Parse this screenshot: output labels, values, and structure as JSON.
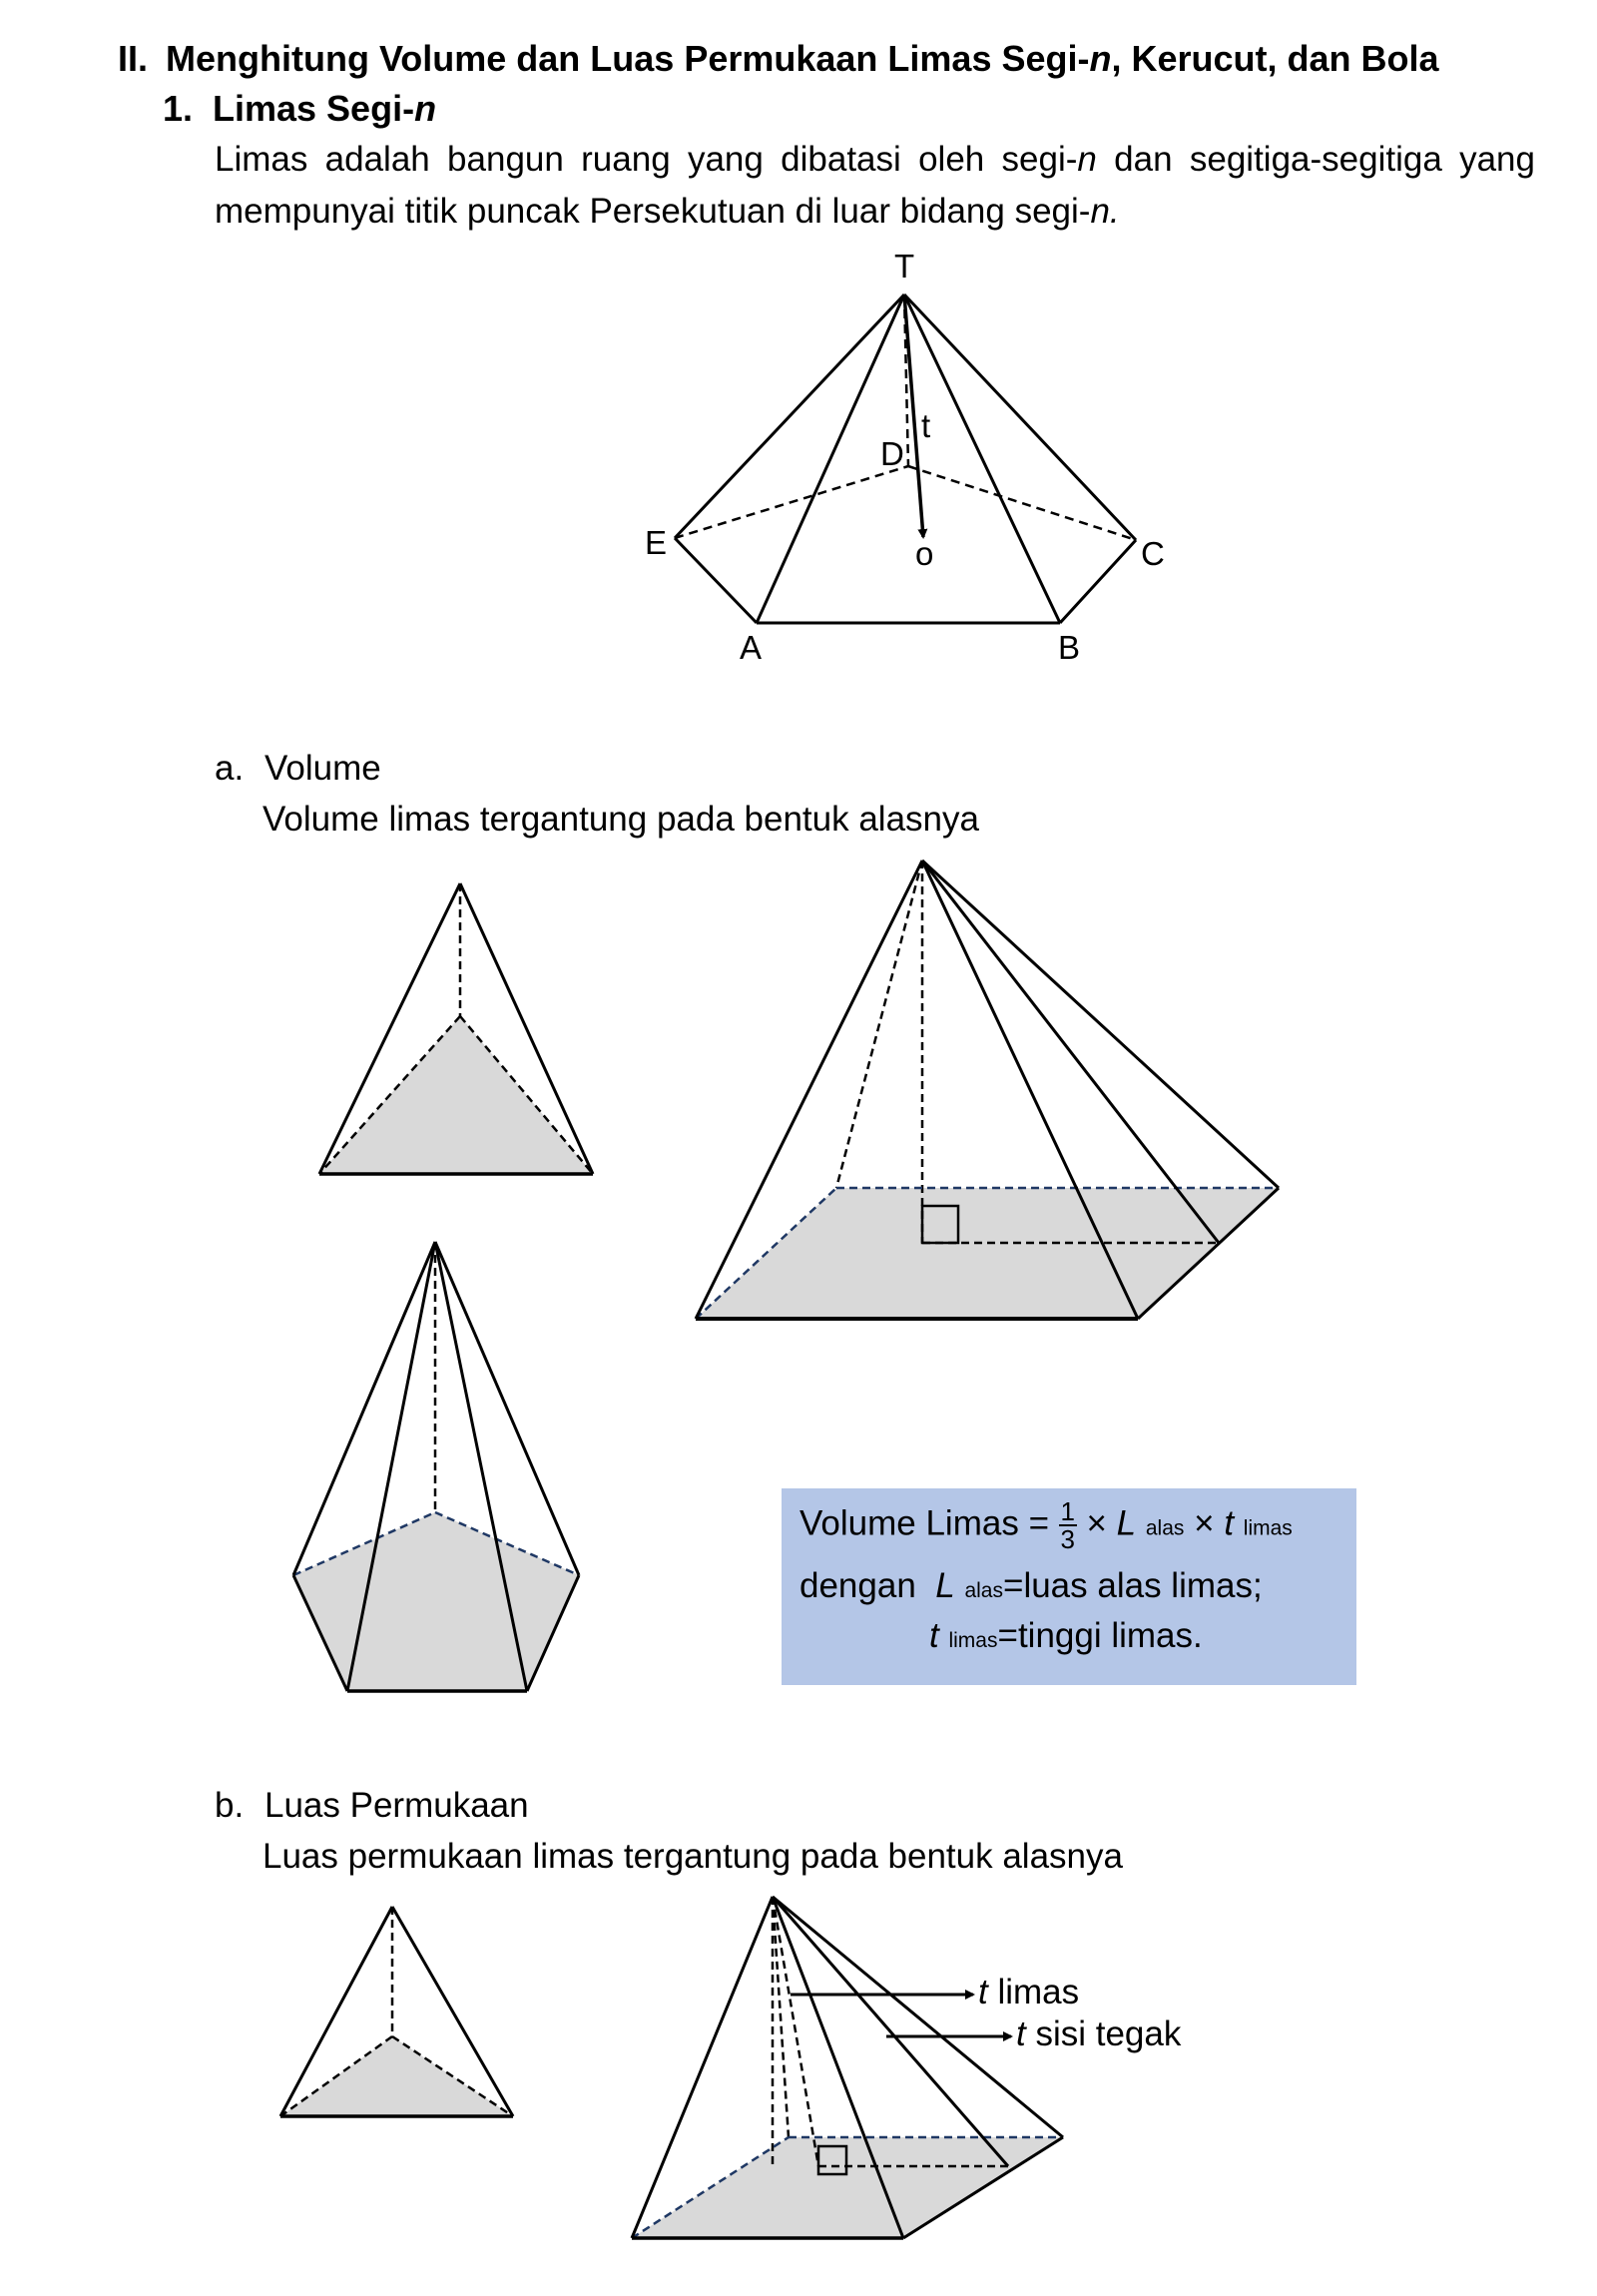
{
  "section": {
    "number": "II.",
    "title_plain": "Menghitung Volume dan Luas Permukaan Limas Segi-",
    "title_italic": "n",
    "title_rest": ", Kerucut, dan Bola"
  },
  "subsection": {
    "number": "1.",
    "title_plain": "Limas Segi-",
    "title_italic": "n"
  },
  "paragraph": {
    "line1_a": "Limas adalah bangun ruang yang dibatasi oleh segi-",
    "line1_n": "n",
    "line1_b": " dan segitiga-segitiga yang",
    "line2_a": "mempunyai titik puncak Persekutuan di luar bidang segi-",
    "line2_n": "n."
  },
  "pentagon_labels": {
    "T": "T",
    "t": "t",
    "D": "D",
    "o": "o",
    "E": "E",
    "C": "C",
    "A": "A",
    "B": "B"
  },
  "volume": {
    "number": "a.",
    "title": "Volume",
    "description": "Volume limas tergantung pada bentuk alasnya"
  },
  "formula": {
    "line1_text": "Volume Limas",
    "eq": "=",
    "frac_num": "1",
    "frac_den": "3",
    "times": "×",
    "L": "L",
    "alas": "alas",
    "t": "t",
    "limas": "limas",
    "line2_text": "dengan",
    "line2_rhs": "luas alas limas;",
    "line3_rhs": "tinggi limas."
  },
  "surface": {
    "number": "b.",
    "title": "Luas Permukaan",
    "description": "Luas permukaan limas tergantung pada bentuk alasnya",
    "arrow1_t": "t",
    "arrow1_label": " limas",
    "arrow2_t": "t",
    "arrow2_label": " sisi tegak"
  }
}
